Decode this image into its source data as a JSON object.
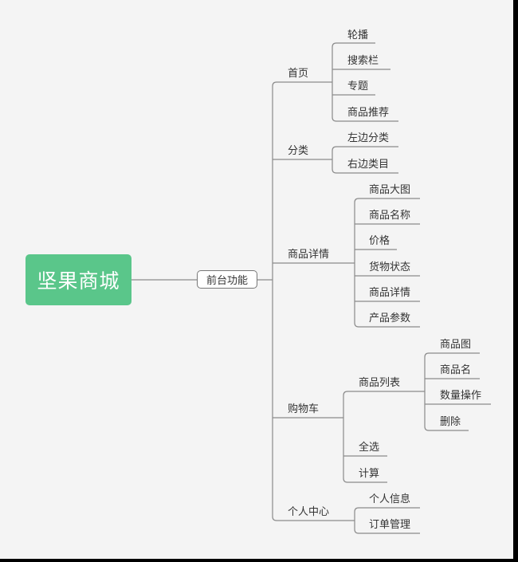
{
  "root": {
    "label": "坚果商城",
    "color": "#5ac68a"
  },
  "hub": {
    "label": "前台功能"
  },
  "branches": [
    {
      "label": "首页",
      "children": [
        {
          "label": "轮播"
        },
        {
          "label": "搜索栏"
        },
        {
          "label": "专题"
        },
        {
          "label": "商品推荐"
        }
      ]
    },
    {
      "label": "分类",
      "children": [
        {
          "label": "左边分类"
        },
        {
          "label": "右边类目"
        }
      ]
    },
    {
      "label": "商品详情",
      "children": [
        {
          "label": "商品大图"
        },
        {
          "label": "商品名称"
        },
        {
          "label": "价格"
        },
        {
          "label": "货物状态"
        },
        {
          "label": "商品详情"
        },
        {
          "label": "产品参数"
        }
      ]
    },
    {
      "label": "购物车",
      "children": [
        {
          "label": "商品列表",
          "children": [
            {
              "label": "商品图"
            },
            {
              "label": "商品名"
            },
            {
              "label": "数量操作"
            },
            {
              "label": "删除"
            }
          ]
        },
        {
          "label": "全选"
        },
        {
          "label": "计算"
        }
      ]
    },
    {
      "label": "个人中心",
      "children": [
        {
          "label": "个人信息"
        },
        {
          "label": "订单管理"
        }
      ]
    }
  ]
}
